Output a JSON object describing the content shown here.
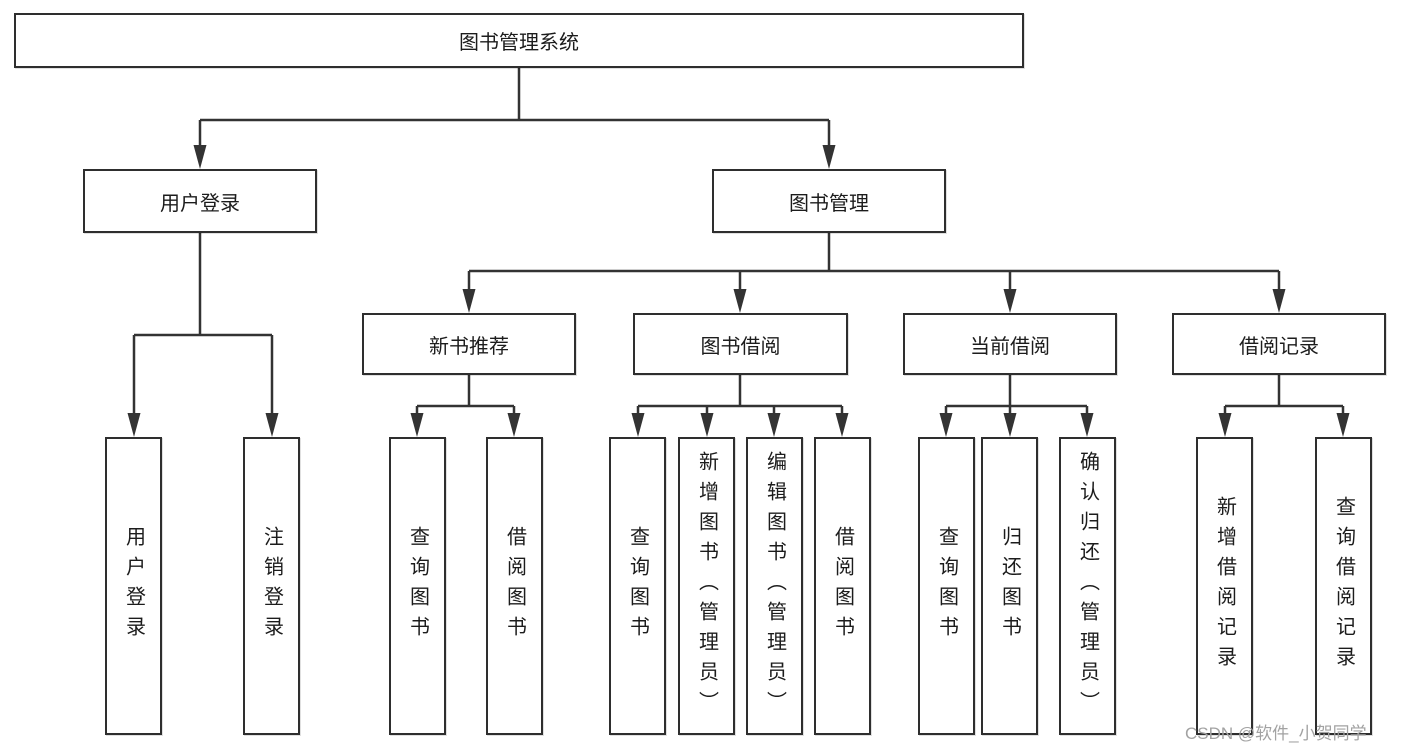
{
  "tree": {
    "root": {
      "label": "图书管理系统"
    },
    "level2": [
      {
        "label": "用户登录"
      },
      {
        "label": "图书管理"
      }
    ],
    "level3": [
      {
        "label": "新书推荐",
        "parent": "图书管理"
      },
      {
        "label": "图书借阅",
        "parent": "图书管理"
      },
      {
        "label": "当前借阅",
        "parent": "图书管理"
      },
      {
        "label": "借阅记录",
        "parent": "图书管理"
      }
    ],
    "leaves": [
      {
        "label": "用户登录",
        "parent": "用户登录"
      },
      {
        "label": "注销登录",
        "parent": "用户登录"
      },
      {
        "label": "查询图书",
        "parent": "新书推荐"
      },
      {
        "label": "借阅图书",
        "parent": "新书推荐"
      },
      {
        "label": "查询图书",
        "parent": "图书借阅"
      },
      {
        "label": "新增图书（管理员）",
        "parent": "图书借阅"
      },
      {
        "label": "编辑图书（管理员）",
        "parent": "图书借阅"
      },
      {
        "label": "借阅图书",
        "parent": "图书借阅"
      },
      {
        "label": "查询图书",
        "parent": "当前借阅"
      },
      {
        "label": "归还图书",
        "parent": "当前借阅"
      },
      {
        "label": "确认归还（管理员）",
        "parent": "当前借阅"
      },
      {
        "label": "新增借阅记录",
        "parent": "借阅记录"
      },
      {
        "label": "查询借阅记录",
        "parent": "借阅记录"
      }
    ]
  },
  "watermark": {
    "text": "CSDN @软件_小贺同学"
  },
  "colors": {
    "line": "#333333",
    "box_border": "#2e2e2e",
    "text": "#1c1c1c",
    "watermark": "#a2a2a2",
    "background": "#ffffff"
  }
}
